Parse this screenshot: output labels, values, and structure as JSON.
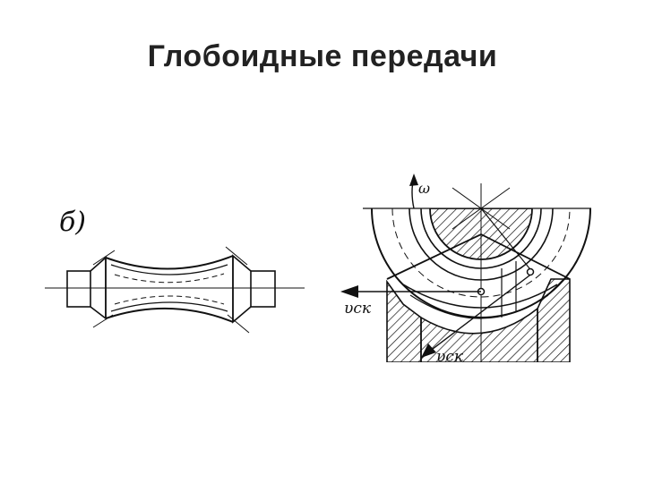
{
  "slide": {
    "title": "Глобоидные передачи"
  },
  "figure_b": {
    "label": "б)"
  },
  "figure_right": {
    "omega_label": "ω",
    "velocity_label_left": "υск",
    "velocity_label_bottom": "υск"
  },
  "colors": {
    "ink": "#111111",
    "title": "#222222",
    "background": "#ffffff"
  }
}
